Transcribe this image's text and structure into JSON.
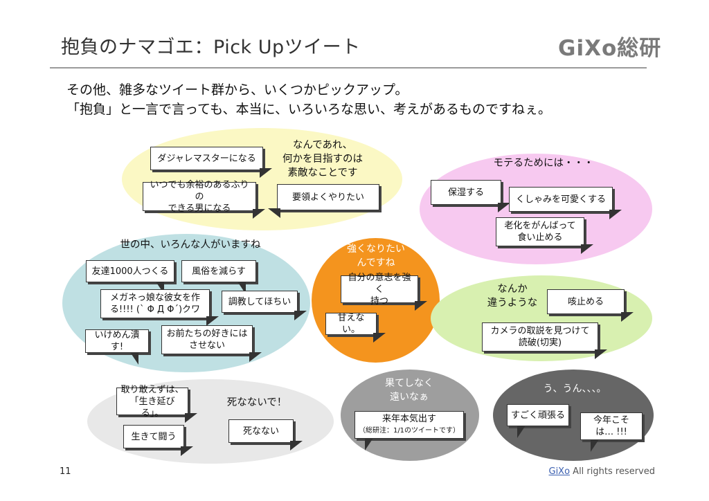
{
  "header": {
    "title": "抱負のナマゴエ：Pick Upツイート",
    "logo": "GiXo総研"
  },
  "intro": {
    "line1": "その他、雑多なツイート群から、いくつかピックアップ。",
    "line2": "「抱負」と一言で言っても、本当に、いろいろな思い、考えがあるものですねぇ。"
  },
  "clouds": {
    "yellow": {
      "color": "#fbf8c4",
      "heading": "なんであれ、\n何かを目指すのは\n素敵なことです",
      "bubbles": [
        "ダジャレマスターになる",
        "いつでも余裕のあるふりの\nできる男になる",
        "要領よくやりたい"
      ]
    },
    "pink": {
      "color": "#f7c9f0",
      "heading": "モテるためには・・・",
      "bubbles": [
        "保湿する",
        "くしゃみを可愛くする",
        "老化をがんばって\n食い止める"
      ]
    },
    "blue": {
      "color": "#bfe0e3",
      "heading": "世の中、いろんな人がいますね",
      "bubbles": [
        "友達1000人つくる",
        "風俗を減らす",
        "メガネっ娘な彼女を作\nる!!!! (` Φ Д Φ´)クワ",
        "調教してほちい",
        "いけめん潰す!",
        "お前たちの好きには\nさせない"
      ]
    },
    "orange": {
      "color": "#f4941e",
      "heading": "強くなりたい\nんですね",
      "bubbles": [
        "自分の意志を強く\n持つ",
        "甘えない。"
      ]
    },
    "green": {
      "color": "#d8f0b0",
      "heading": "なんか\n違うような",
      "bubbles": [
        "咳止める",
        "カメラの取説を見つけて\n読破(切実)"
      ]
    },
    "lightgray": {
      "color": "#e8e8e8",
      "heading": "死なないで！",
      "bubbles": [
        "取り敢えずは、\n「生き延びる」。",
        "生きて闘う",
        "死なない"
      ]
    },
    "midgray": {
      "color": "#9e9e9e",
      "heading": "果てしなく\n遠いなぁ",
      "bubble_main": "来年本気出す",
      "bubble_note": "（総研注：1/1のツイートです）"
    },
    "darkgray": {
      "color": "#666666",
      "heading": "う、うん、、、。",
      "bubbles": [
        "すごく頑張る",
        "今年こそ\nは… !!!"
      ]
    }
  },
  "footer": {
    "page_number": "11",
    "brand": "GiXo",
    "rights": " All rights reserved"
  }
}
